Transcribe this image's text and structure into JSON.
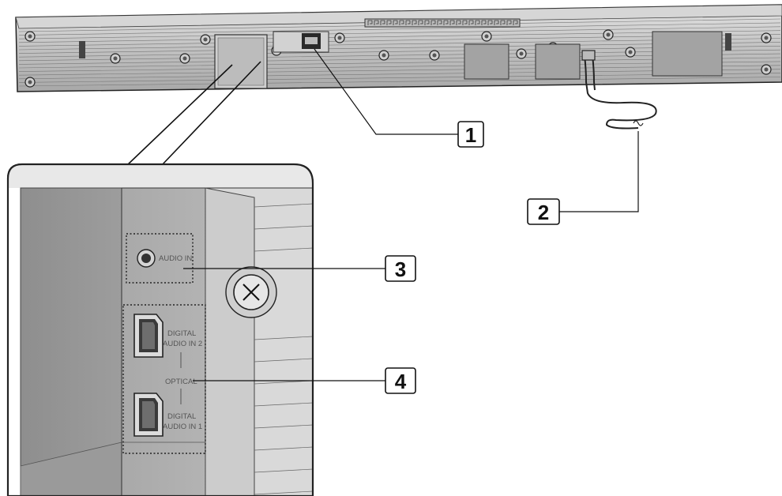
{
  "callouts": [
    {
      "id": "1",
      "label": "1"
    },
    {
      "id": "2",
      "label": "2"
    },
    {
      "id": "3",
      "label": "3"
    },
    {
      "id": "4",
      "label": "4"
    }
  ],
  "ports": {
    "audio_in": "AUDIO IN",
    "digital_2_line1": "DIGITAL",
    "digital_2_line2": "AUDIO IN 2",
    "optical": "OPTICAL",
    "digital_1_line1": "DIGITAL",
    "digital_1_line2": "AUDIO IN 1"
  }
}
